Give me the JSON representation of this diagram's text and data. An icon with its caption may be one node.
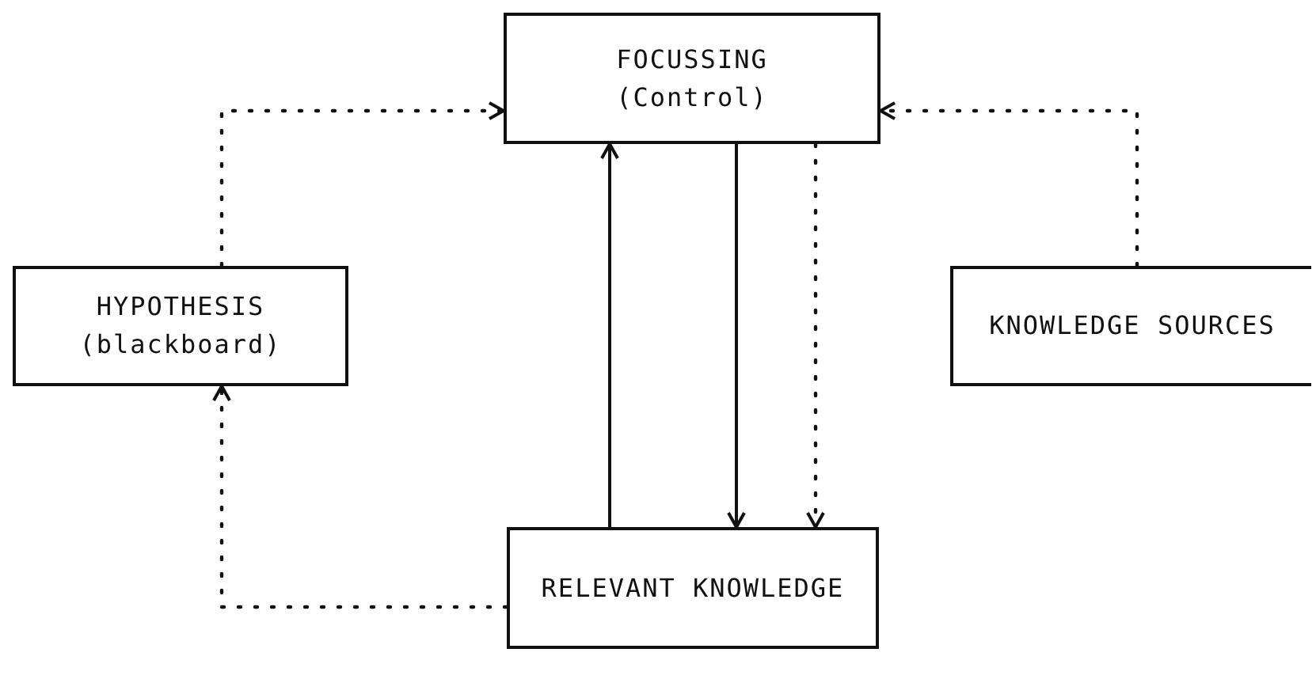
{
  "diagram": {
    "nodes": [
      {
        "text": [
          "FOCUSSING",
          "(Control)"
        ]
      },
      {
        "text": [
          "HYPOTHESIS",
          "(blackboard)"
        ]
      },
      {
        "text": [
          "KNOWLEDGE SOURCES"
        ]
      },
      {
        "text": [
          "RELEVANT KNOWLEDGE"
        ]
      }
    ],
    "edges": [
      {
        "from": 1,
        "to": 0,
        "arrow": "to",
        "style": "dashed"
      },
      {
        "from": 2,
        "to": 0,
        "arrow": "to",
        "style": "dashed"
      },
      {
        "from": 3,
        "to": 1,
        "arrow": "to",
        "style": "dashed"
      },
      {
        "from": 3,
        "to": 0,
        "arrow": "to"
      },
      {
        "from": 0,
        "to": 3,
        "arrow": "to"
      },
      {
        "from": 0,
        "to": 3,
        "arrow": "to",
        "style": "dashed"
      }
    ]
  }
}
